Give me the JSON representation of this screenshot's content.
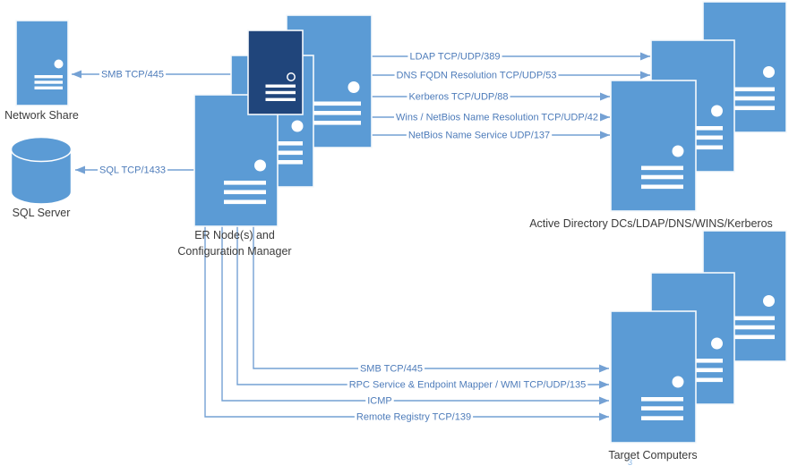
{
  "diagram": {
    "nodes": {
      "network_share": {
        "label": "Network Share"
      },
      "sql_server": {
        "label": "SQL Server"
      },
      "er_node": {
        "label_line1": "ER Node(s) and",
        "label_line2": "Configuration Manager"
      },
      "active_directory": {
        "label": "Active Directory DCs/LDAP/DNS/WINS/Kerberos"
      },
      "target_computers": {
        "label": "Target Computers",
        "annotation": "3"
      }
    },
    "connectors": {
      "smb_network_share": {
        "label": "SMB TCP/445"
      },
      "sql": {
        "label": "SQL TCP/1433"
      },
      "ldap": {
        "label": "LDAP TCP/UDP/389"
      },
      "dns": {
        "label": "DNS FQDN Resolution TCP/UDP/53"
      },
      "kerberos": {
        "label": "Kerberos TCP/UDP/88"
      },
      "wins": {
        "label": "Wins / NetBios Name Resolution TCP/UDP/42"
      },
      "netbios": {
        "label": "NetBios Name Service UDP/137"
      },
      "smb_target": {
        "label": "SMB TCP/445"
      },
      "rpc_wmi": {
        "label": "RPC Service & Endpoint Mapper / WMI TCP/UDP/135"
      },
      "icmp": {
        "label": "ICMP"
      },
      "remote_registry": {
        "label": "Remote Registry TCP/139"
      }
    },
    "colors": {
      "background": "#FFFFFF",
      "server_fill": "#5B9BD5",
      "server_dark_fill": "#20457B",
      "server_border": "#F5F8FC",
      "connector": "#74A1D4",
      "connector_label": "#4E7CBA",
      "node_label": "#3B3B3B"
    }
  }
}
